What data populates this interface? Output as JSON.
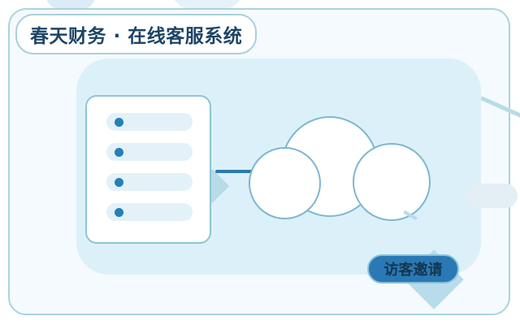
{
  "header": {
    "title": "春天财务 · 在线客服系统"
  },
  "illustration": {
    "list_icon": "contact-list-icon",
    "list_items": 4,
    "cloud_icon": "cloud-icon"
  },
  "actions": {
    "invite_label": "访客邀请"
  },
  "colors": {
    "accent": "#2a79b4",
    "title_text": "#1d4466",
    "frame_border": "#a9d3df",
    "panel_bg": "#dcf0f9"
  }
}
